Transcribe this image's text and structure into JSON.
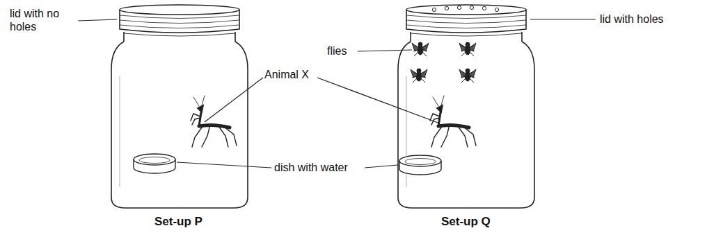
{
  "diagram": {
    "labels": [
      "lid with no holes",
      "lid with holes",
      "flies",
      "Animal X",
      "dish with water",
      "Set-up P",
      "Set-up Q"
    ]
  }
}
